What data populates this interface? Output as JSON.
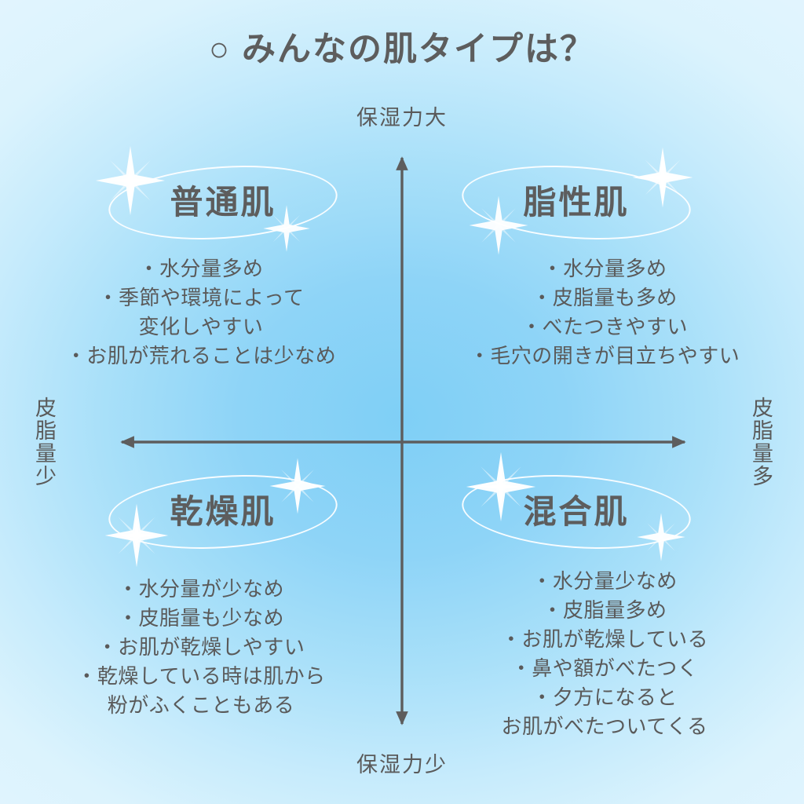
{
  "page": {
    "title": "○ みんなの肌タイプは？",
    "background_light": "#ddf2fd",
    "background_deep": "#7fcff6",
    "text_color": "#5a5a5a",
    "accent_color": "#ffffff"
  },
  "axes": {
    "top_label": "保湿力大",
    "bottom_label": "保湿力少",
    "left_label": "皮脂量少",
    "right_label": "皮脂量多",
    "line_color": "#5d5d5d"
  },
  "quadrants": {
    "top_left": {
      "heading": "普通肌",
      "lines": [
        "・水分量多め",
        "・季節や環境によって",
        "変化しやすい",
        "・お肌が荒れることは少なめ"
      ]
    },
    "top_right": {
      "heading": "脂性肌",
      "lines": [
        "・水分量多め",
        "・皮脂量も多め",
        "・べたつきやすい",
        "・毛穴の開きが目立ちやすい"
      ]
    },
    "bottom_left": {
      "heading": "乾燥肌",
      "lines": [
        "・水分量が少なめ",
        "・皮脂量も少なめ",
        "・お肌が乾燥しやすい",
        "・乾燥している時は肌から",
        "粉がふくこともある"
      ]
    },
    "bottom_right": {
      "heading": "混合肌",
      "lines": [
        "・水分量少なめ",
        "・皮脂量多め",
        "・お肌が乾燥している",
        "・鼻や額がべたつく",
        "・夕方になると",
        "お肌がべたついてくる"
      ]
    }
  }
}
